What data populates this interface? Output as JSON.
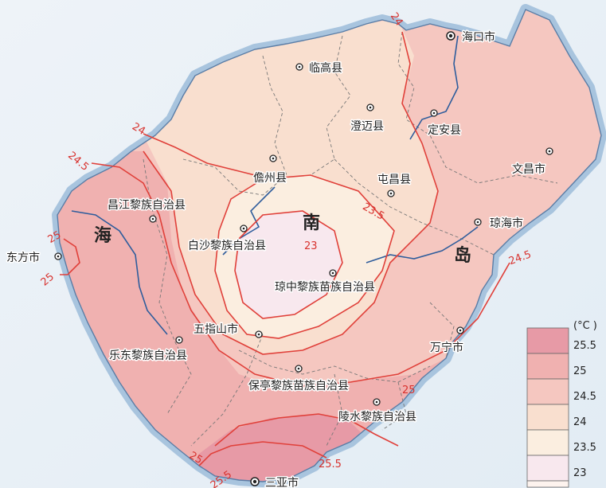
{
  "colors": {
    "sea": "#e6eef5",
    "coast_shade": "#a8c4de",
    "t25_5": "#e79aa6",
    "t25": "#f0b1b0",
    "t24_5": "#f5c7c0",
    "t24": "#f9dfcf",
    "t23_5": "#fbeee0",
    "t23": "#f8e8ee",
    "contour": "#e0403a",
    "river": "#2f5d9c"
  },
  "map": {
    "region_labels": [
      {
        "text": "海"
      },
      {
        "text": "南"
      },
      {
        "text": "岛"
      }
    ],
    "cities": [
      {
        "name": "海口市",
        "capital": true
      },
      {
        "name": "临高县",
        "capital": false
      },
      {
        "name": "澄迈县",
        "capital": false
      },
      {
        "name": "定安县",
        "capital": false
      },
      {
        "name": "文昌市",
        "capital": false
      },
      {
        "name": "儋州县",
        "capital": false
      },
      {
        "name": "屯昌县",
        "capital": false
      },
      {
        "name": "琼海市",
        "capital": false
      },
      {
        "name": "昌江黎族自治县",
        "capital": false
      },
      {
        "name": "白沙黎族自治县",
        "capital": false
      },
      {
        "name": "东方市",
        "capital": false
      },
      {
        "name": "琼中黎族苗族自治县",
        "capital": false
      },
      {
        "name": "五指山市",
        "capital": false
      },
      {
        "name": "乐东黎族自治县",
        "capital": false
      },
      {
        "name": "万宁市",
        "capital": false
      },
      {
        "name": "保亭黎族苗族自治县",
        "capital": false
      },
      {
        "name": "陵水黎族自治县",
        "capital": false
      },
      {
        "name": "三亚市",
        "capital": true
      }
    ],
    "isotherm_labels": [
      {
        "text": "24"
      },
      {
        "text": "24"
      },
      {
        "text": "24.5"
      },
      {
        "text": "25"
      },
      {
        "text": "25"
      },
      {
        "text": "23.5"
      },
      {
        "text": "23"
      },
      {
        "text": "24.5"
      },
      {
        "text": "25"
      },
      {
        "text": "25.5"
      },
      {
        "text": "25"
      },
      {
        "text": "25.5"
      }
    ]
  },
  "legend": {
    "unit": "(°C )",
    "items": [
      {
        "label": "25.5",
        "color": "#e79aa6"
      },
      {
        "label": "25",
        "color": "#f0b1b0"
      },
      {
        "label": "24.5",
        "color": "#f5c7c0"
      },
      {
        "label": "24",
        "color": "#f9dfcf"
      },
      {
        "label": "23.5",
        "color": "#fbeee0"
      },
      {
        "label": "23",
        "color": "#f8e8ee"
      }
    ]
  }
}
